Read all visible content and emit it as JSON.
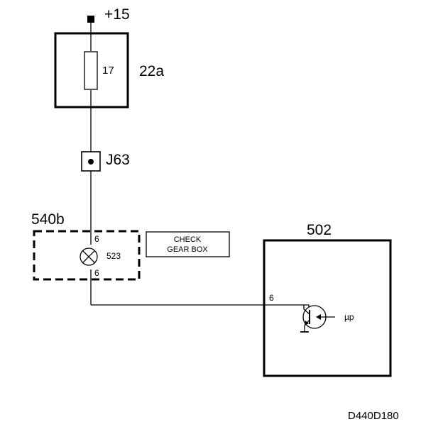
{
  "supply": {
    "label": "+15"
  },
  "fuse_box": {
    "id": "22a",
    "fuse_number": "17"
  },
  "connector": {
    "id": "J63"
  },
  "lamp_unit": {
    "id": "540b",
    "pin_in": "6",
    "pin_out": "6",
    "lamp_number": "523"
  },
  "message_box": {
    "line1": "CHECK",
    "line2": "GEAR BOX"
  },
  "control_unit": {
    "id": "502",
    "pin": "6",
    "input_label": "µp"
  },
  "drawing_number": "D440D180"
}
